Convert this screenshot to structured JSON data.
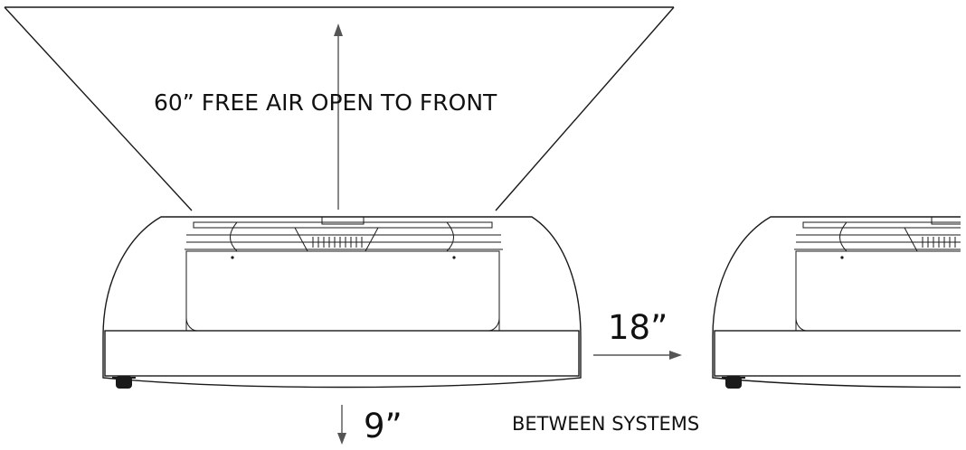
{
  "labels": {
    "free_air": "60” FREE AIR OPEN TO FRONT",
    "side_gap": "18”",
    "bottom_gap": "9”",
    "between": "BETWEEN SYSTEMS"
  },
  "colors": {
    "line": "#1a1a1a",
    "arrow": "#555555",
    "background": "#ffffff"
  }
}
